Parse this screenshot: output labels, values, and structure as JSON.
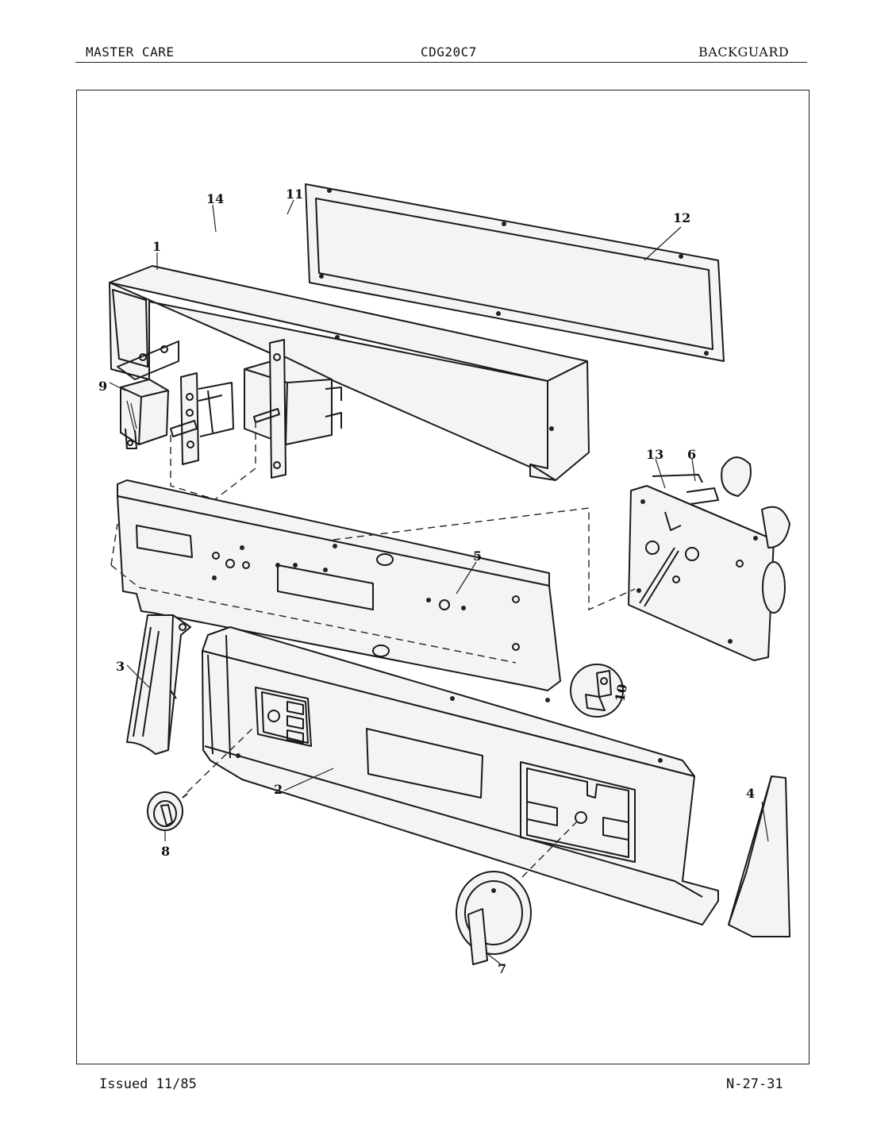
{
  "header": {
    "brand": "MASTER CARE",
    "model": "CDG20C7",
    "section": "BACKGUARD"
  },
  "footer": {
    "issued": "Issued 11/85",
    "page_code": "N-27-31"
  },
  "parts": {
    "p1": "1",
    "p2": "2",
    "p3": "3",
    "p4": "4",
    "p5": "5",
    "p6": "6",
    "p7": "7",
    "p8": "8",
    "p9": "9",
    "p10": "10",
    "p11": "11",
    "p12": "12",
    "p13": "13",
    "p14": "14"
  }
}
